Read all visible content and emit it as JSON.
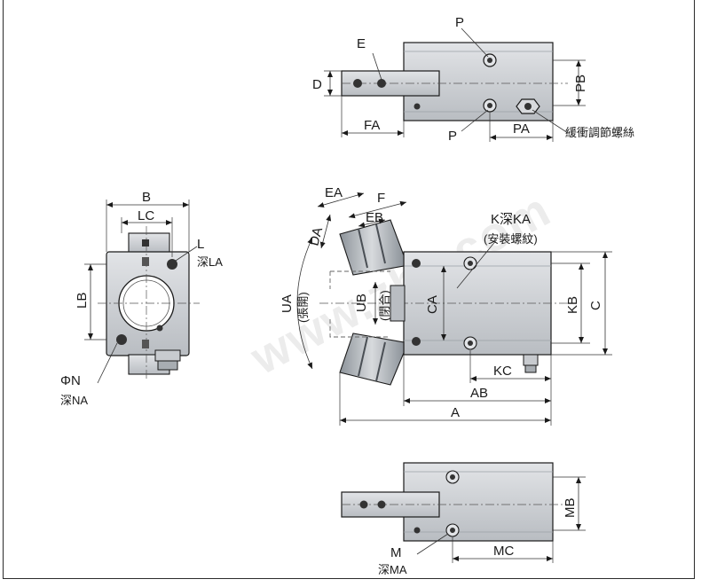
{
  "colors": {
    "body": "#cfd2d6",
    "body_dark": "#9aa0a6",
    "line": "#1a1a1a",
    "dim": "#333333",
    "bg": "#ffffff"
  },
  "watermark": "www.zhy.com",
  "top_view": {
    "E": "E",
    "P_top": "P",
    "D": "D",
    "PB": "PB",
    "FA": "FA",
    "P_bottom": "P",
    "PA": "PA",
    "adjust_screw": "緩衝調節螺絲"
  },
  "side_view": {
    "B": "B",
    "LC": "LC",
    "L": "L",
    "LA": "深LA",
    "LB": "LB",
    "N": "ΦN",
    "NA": "深NA"
  },
  "main_view": {
    "EA": "EA",
    "F": "F",
    "EB": "EB",
    "DA": "DA",
    "UA": "UA",
    "UA_note": "(張開)",
    "UB": "UB",
    "UB_note": "(閉合)",
    "CA": "CA",
    "K": "K深KA",
    "K_note": "(安裝螺紋)",
    "KB": "KB",
    "C": "C",
    "KC": "KC",
    "AB": "AB",
    "A": "A"
  },
  "bottom_view": {
    "MB": "MB",
    "M": "M",
    "MA": "深MA",
    "MC": "MC"
  }
}
